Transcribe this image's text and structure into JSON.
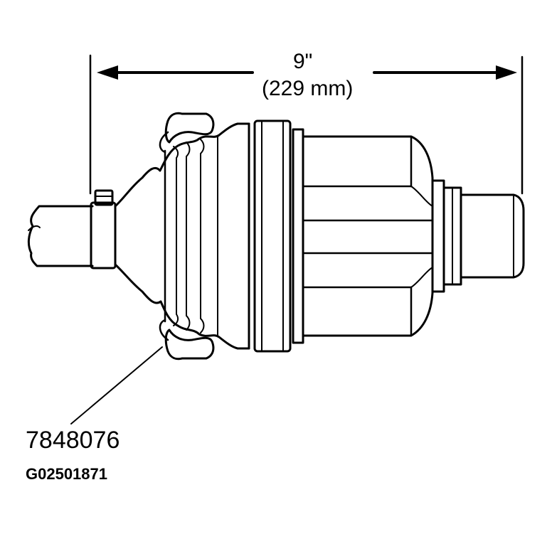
{
  "dimension": {
    "inches": "9\"",
    "millimeters": "(229 mm)"
  },
  "callout": {
    "part_number": "7848076"
  },
  "figure_id": "G02501871",
  "colors": {
    "line": "#000000",
    "background": "#ffffff"
  }
}
